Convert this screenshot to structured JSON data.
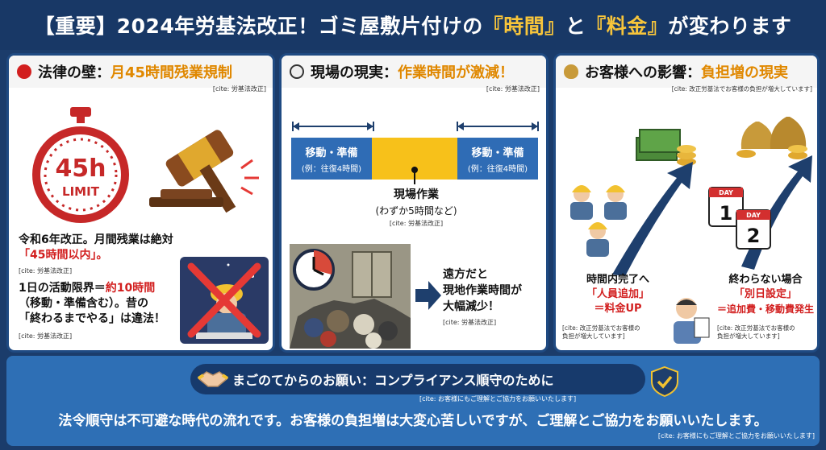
{
  "header": {
    "prefix": "【重要】2024年労基法改正！ゴミ屋敷片付けの",
    "hl1": "『時間』",
    "mid": "と",
    "hl2": "『料金』",
    "suffix": "が変わります"
  },
  "panel1": {
    "title_a": "法律の壁：",
    "title_b": "月45時間残業規制",
    "cite": "[cite: 労基法改正]",
    "clock_big": "45h",
    "clock_small": "LIMIT",
    "text1_a": "令和6年改正。月間残業は絶対",
    "text1_b": "「45時間以内」。",
    "text1_cite": "[cite: 労基法改正]",
    "text2_a": "1日の活動限界＝",
    "text2_b": "約10時間",
    "text2_c": "（移動・準備含む）。昔の",
    "text2_d": "「終わるまでやる」は違法！",
    "text2_cite": "[cite: 労基法改正]"
  },
  "panel2": {
    "title_a": "現場の現実：",
    "title_b": "作業時間が激減！",
    "cite": "[cite: 労基法改正]",
    "bar_left_1": "移動・準備",
    "bar_left_2": "(例：往復4時間)",
    "bar_right_1": "移動・準備",
    "bar_right_2": "(例：往復4時間)",
    "work_label": "現場作業",
    "work_sub": "(わずか5時間など)",
    "work_cite": "[cite: 労基法改正]",
    "text_a": "遠方だと",
    "text_b": "現地作業時間が",
    "text_c": "大幅減少！",
    "text_cite": "[cite: 労基法改正]"
  },
  "panel3": {
    "title_a": "お客様への影響：",
    "title_b": "負担増の現実",
    "cite": "[cite: 改正労基法でお客様の負担が増大しています]",
    "left_1": "時間内完了へ",
    "left_2": "「人員追加」",
    "left_3": "＝料金UP",
    "left_cite_1": "[cite: 改正労基法でお客様の",
    "left_cite_2": "負担が増大しています]",
    "right_1": "終わらない場合",
    "right_2": "「別日設定」",
    "right_3": "＝追加費・移動費発生",
    "right_cite_1": "[cite: 改正労基法でお客様の",
    "right_cite_2": "負担が増大しています]",
    "day_label": "DAY",
    "day1": "1",
    "day2": "2"
  },
  "footer": {
    "pill_text": "まごのてからのお願い：コンプライアンス順守のために",
    "pill_cite": "[cite: お客様にもご理解とご協力をお願いいたします]",
    "main_text": "法令順守は不可避な時代の流れです。お客様の負担増は大変心苦しいですが、ご理解とご協力をお願いいたします。",
    "main_cite": "[cite: お客様にもご理解とご協力をお願いいたします]"
  },
  "colors": {
    "navy": "#183866",
    "accent_orange": "#e08800",
    "alert_red": "#d21f1f",
    "bar_blue": "#2f6cb5",
    "bar_yellow": "#f7c11a",
    "footer_blue": "#2e6fb5"
  },
  "icons": [
    "stopwatch-icon",
    "gavel-icon",
    "clock-icon",
    "money-bag-icon",
    "handshake-icon",
    "shield-check-icon",
    "worker-icon",
    "calendar-icon",
    "cash-stack-icon"
  ]
}
